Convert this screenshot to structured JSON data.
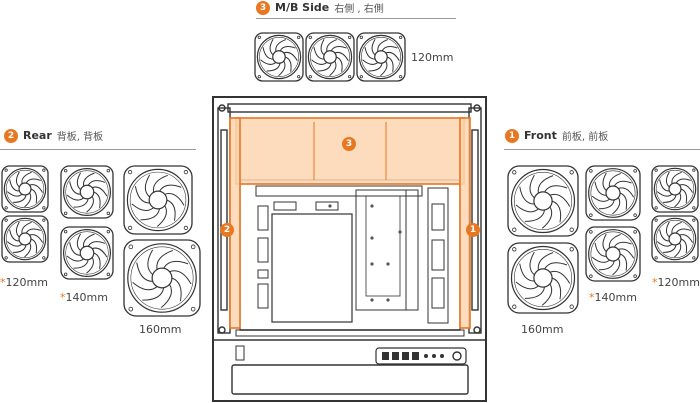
{
  "colors": {
    "accent": "#e87722",
    "panel": "#fbd6b2",
    "line": "#333333"
  },
  "sections": {
    "mb_side": {
      "number": "3",
      "title": "M/B Side",
      "subtitle": "右側 , 右側",
      "size": "120mm"
    },
    "rear": {
      "number": "2",
      "title": "Rear",
      "subtitle": "背板, 背板",
      "sizes": {
        "s120": {
          "star": "*",
          "text": "120mm"
        },
        "s140": {
          "star": "*",
          "text": "140mm"
        },
        "s160": {
          "text": "160mm"
        }
      }
    },
    "front": {
      "number": "1",
      "title": "Front",
      "subtitle": "前板, 前板",
      "sizes": {
        "s160": {
          "text": "160mm"
        },
        "s140": {
          "star": "*",
          "text": "140mm"
        },
        "s120": {
          "star": "*",
          "text": "120mm"
        }
      }
    }
  },
  "chassis_markers": {
    "top": "3",
    "left": "2",
    "right": "1"
  },
  "icons": [
    "fan-icon",
    "chassis-icon"
  ]
}
